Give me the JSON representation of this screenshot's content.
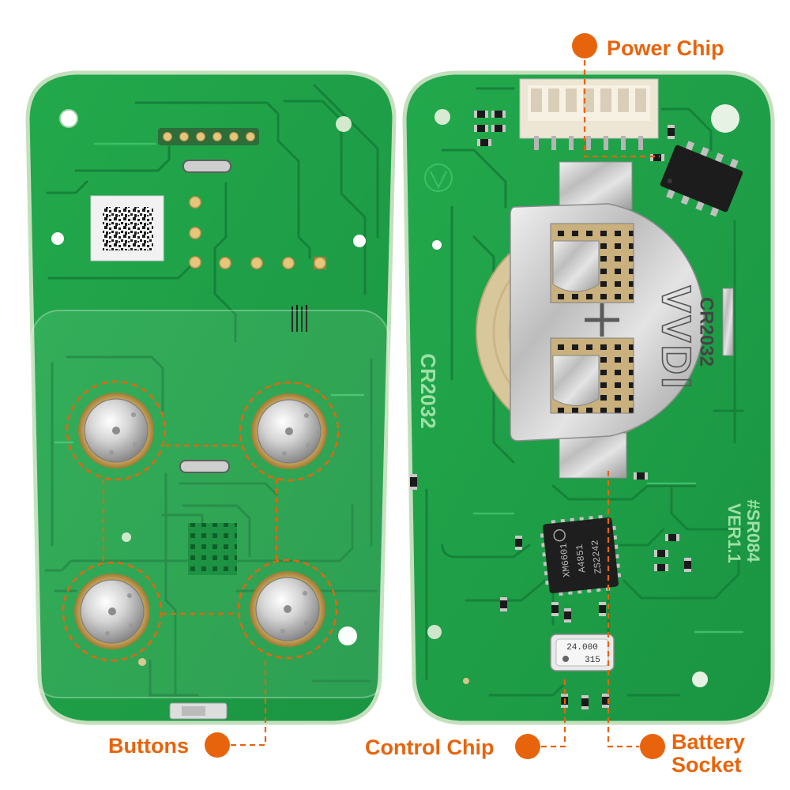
{
  "annotations": {
    "power_chip": "Power Chip",
    "buttons": "Buttons",
    "control_chip": "Control Chip",
    "battery_socket": [
      "Battery",
      "Socket"
    ]
  },
  "right_board": {
    "silk_battery_type": "CR2032",
    "battery_brand": "VVDI",
    "battery_model": "CR2032",
    "control_chip_marking": [
      "XM6601",
      "A4851",
      "ZS2242"
    ],
    "board_id": [
      "#SR084",
      "VER1.1"
    ],
    "crystal_marking": [
      "24.000",
      "315"
    ]
  },
  "colors": {
    "annotation": "#e8640c",
    "pcb": "#1f9f47",
    "silkscreen": "#9ee0a6",
    "background": "#ffffff"
  }
}
